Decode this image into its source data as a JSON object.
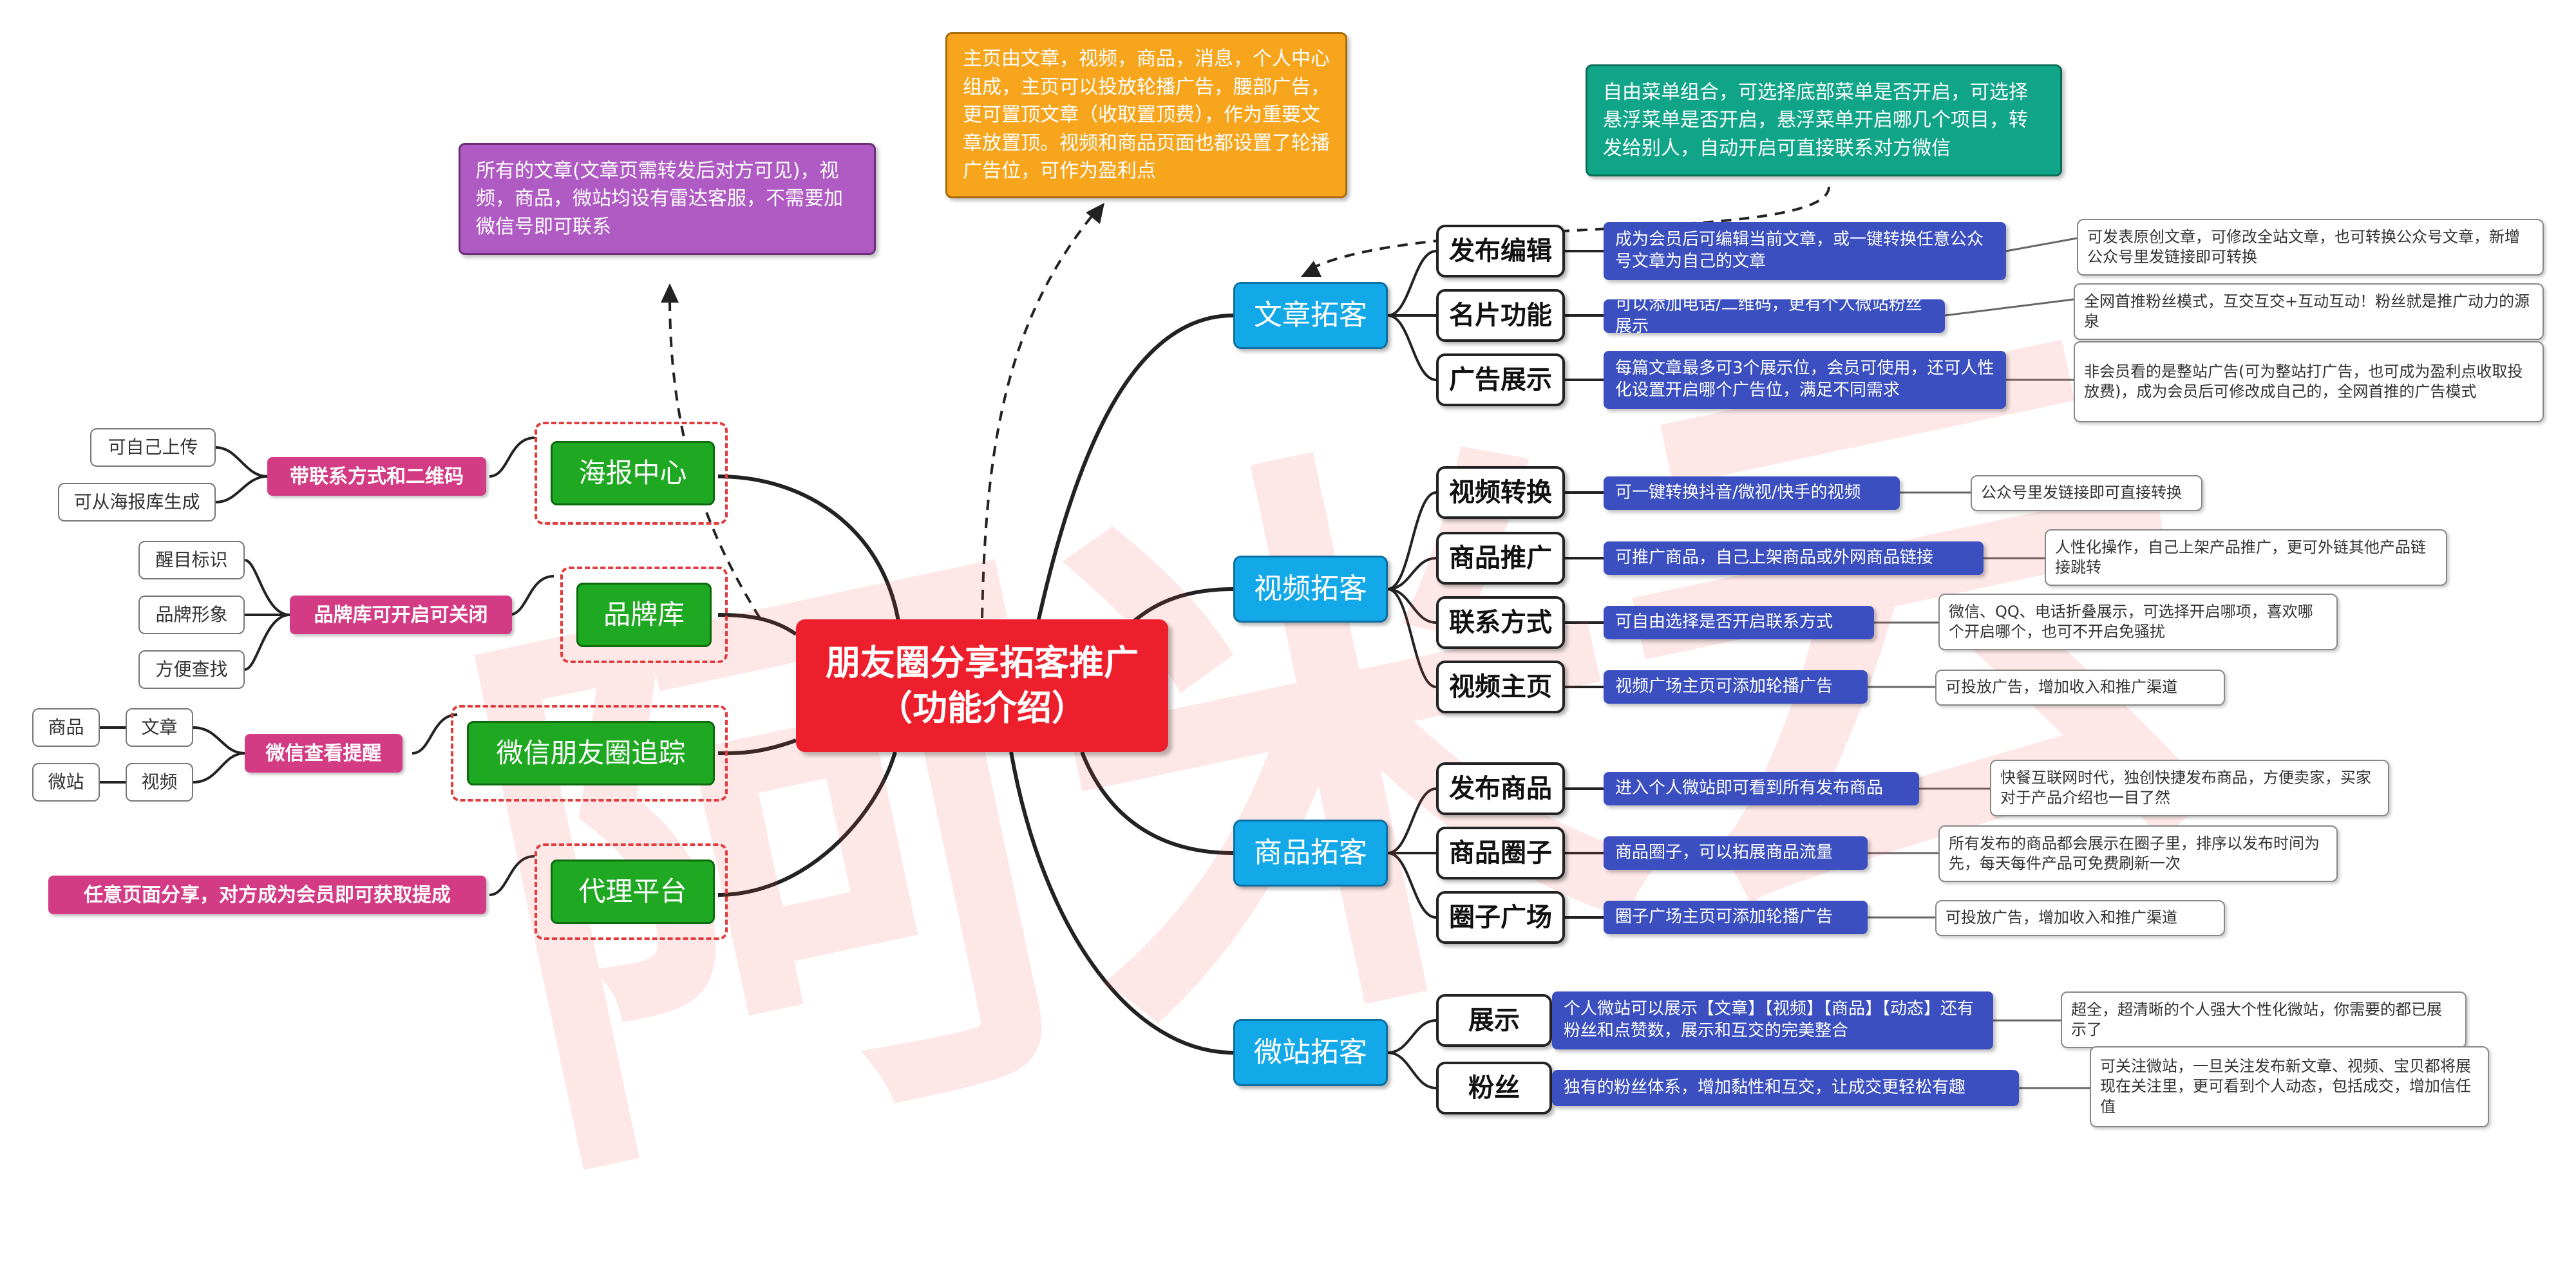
{
  "central": {
    "title": "朋友圈分享拓客推广（功能介绍）"
  },
  "watermark": "阿米云",
  "callouts": {
    "left_purple": "所有的文章(文章页需转发后对方可见)，视频，商品，微站均设有雷达客服，不需要加微信号即可联系",
    "top_orange": "主页由文章，视频，商品，消息，个人中心组成，主页可以投放轮播广告，腰部广告，更可置顶文章（收取置顶费），作为重要文章放置顶。视频和商品页面也都设置了轮播广告位，可作为盈利点",
    "top_teal": "自由菜单组合，可选择底部菜单是否开启，可选择悬浮菜单是否开启，悬浮菜单开启哪几个项目，转发给别人，自动开启可直接联系对方微信"
  },
  "right": [
    {
      "label": "文章拓客",
      "children": [
        {
          "label": "发布编辑",
          "desc": "成为会员后可编辑当前文章，或一键转换任意公众号文章为自己的文章",
          "note": "可发表原创文章，可修改全站文章，也可转换公众号文章，新增公众号里发链接即可转换"
        },
        {
          "label": "名片功能",
          "desc": "可以添加电话/二维码，更有个人微站粉丝展示",
          "note": "全网首推粉丝模式，互交互交+互动互动！粉丝就是推广动力的源泉"
        },
        {
          "label": "广告展示",
          "desc": "每篇文章最多可3个展示位，会员可使用，还可人性化设置开启哪个广告位，满足不同需求",
          "note": "非会员看的是整站广告(可为整站打广告，也可成为盈利点收取投放费)，成为会员后可修改成自己的，全网首推的广告模式"
        }
      ]
    },
    {
      "label": "视频拓客",
      "children": [
        {
          "label": "视频转换",
          "desc": "可一键转换抖音/微视/快手的视频",
          "note": "公众号里发链接即可直接转换"
        },
        {
          "label": "商品推广",
          "desc": "可推广商品，自己上架商品或外网商品链接",
          "note": "人性化操作，自己上架产品推广，更可外链其他产品链接跳转"
        },
        {
          "label": "联系方式",
          "desc": "可自由选择是否开启联系方式",
          "note": "微信、QQ、电话折叠展示，可选择开启哪项，喜欢哪个开启哪个，也可不开启免骚扰"
        },
        {
          "label": "视频主页",
          "desc": "视频广场主页可添加轮播广告",
          "note": "可投放广告，增加收入和推广渠道"
        }
      ]
    },
    {
      "label": "商品拓客",
      "children": [
        {
          "label": "发布商品",
          "desc": "进入个人微站即可看到所有发布商品",
          "note": "快餐互联网时代，独创快捷发布商品，方便卖家，买家对于产品介绍也一目了然"
        },
        {
          "label": "商品圈子",
          "desc": "商品圈子，可以拓展商品流量",
          "note": "所有发布的商品都会展示在圈子里，排序以发布时间为先，每天每件产品可免费刷新一次"
        },
        {
          "label": "圈子广场",
          "desc": "圈子广场主页可添加轮播广告",
          "note": "可投放广告，增加收入和推广渠道"
        }
      ]
    },
    {
      "label": "微站拓客",
      "children": [
        {
          "label": "展示",
          "desc": "个人微站可以展示【文章】【视频】【商品】【动态】还有粉丝和点赞数，展示和互交的完美整合",
          "note": "超全，超清晰的个人强大个性化微站，你需要的都已展示了"
        },
        {
          "label": "粉丝",
          "desc": "独有的粉丝体系，增加黏性和互交，让成交更轻松有趣",
          "note": "可关注微站，一旦关注发布新文章、视频、宝贝都将展现在关注里，更可看到个人动态，包括成交，增加信任值"
        }
      ]
    }
  ],
  "left": [
    {
      "label": "海报中心",
      "tag": "带联系方式和二维码",
      "leaves": [
        "可自己上传",
        "可从海报库生成"
      ]
    },
    {
      "label": "品牌库",
      "tag": "品牌库可开启可关闭",
      "leaves": [
        "醒目标识",
        "品牌形象",
        "方便查找"
      ]
    },
    {
      "label": "微信朋友圈追踪",
      "tag": "微信查看提醒",
      "leaves": [
        "文章",
        "视频",
        "商品",
        "微站"
      ]
    },
    {
      "label": "代理平台",
      "tag": "任意页面分享，对方成为会员即可获取提成",
      "leaves": []
    }
  ],
  "colors": {
    "central": "#ee1f2d",
    "level1": "#13a9e8",
    "desc": "#3b4fc1",
    "green": "#1fa822",
    "pink": "#d33b84",
    "purple": "#b05bc4",
    "orange": "#f7a51c",
    "teal": "#10a589"
  }
}
